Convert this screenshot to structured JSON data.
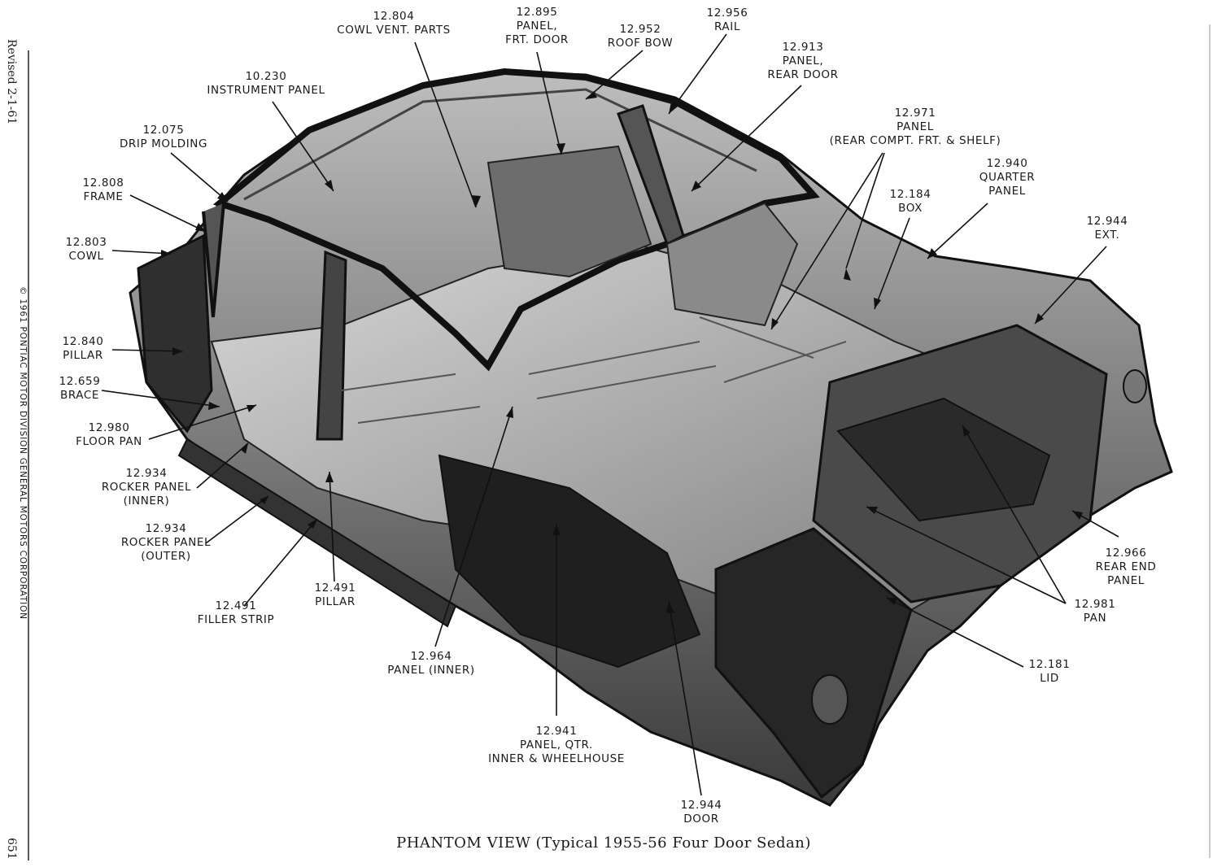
{
  "caption": "PHANTOM VIEW (Typical 1955-56 Four Door Sedan)",
  "margin": {
    "revised": "Revised 2-1-61",
    "copyright": "© 1961 PONTIAC MOTOR DIVISION GENERAL MOTORS CORPORATION",
    "page_number": "651"
  },
  "labels": [
    {
      "id": "cowl-vent-parts",
      "code": "12.804",
      "lines": [
        "COWL VENT. PARTS"
      ]
    },
    {
      "id": "panel-frt-door",
      "code": "12.895",
      "lines": [
        "PANEL,",
        "FRT. DOOR"
      ]
    },
    {
      "id": "roof-bow",
      "code": "12.952",
      "lines": [
        "ROOF BOW"
      ]
    },
    {
      "id": "rail",
      "code": "12.956",
      "lines": [
        "RAIL"
      ]
    },
    {
      "id": "panel-rear-door",
      "code": "12.913",
      "lines": [
        "PANEL,",
        "REAR DOOR"
      ]
    },
    {
      "id": "instrument-panel",
      "code": "10.230",
      "lines": [
        "INSTRUMENT PANEL"
      ]
    },
    {
      "id": "drip-molding",
      "code": "12.075",
      "lines": [
        "DRIP MOLDING"
      ]
    },
    {
      "id": "frame",
      "code": "12.808",
      "lines": [
        "FRAME"
      ]
    },
    {
      "id": "cowl",
      "code": "12.803",
      "lines": [
        "COWL"
      ]
    },
    {
      "id": "pillar-front",
      "code": "12.840",
      "lines": [
        "PILLAR"
      ]
    },
    {
      "id": "brace",
      "code": "12.659",
      "lines": [
        "BRACE"
      ]
    },
    {
      "id": "floor-pan",
      "code": "12.980",
      "lines": [
        "FLOOR PAN"
      ]
    },
    {
      "id": "rocker-panel-inner",
      "code": "12.934",
      "lines": [
        "ROCKER PANEL",
        "(INNER)"
      ]
    },
    {
      "id": "rocker-panel-outer",
      "code": "12.934",
      "lines": [
        "ROCKER PANEL",
        "(OUTER)"
      ]
    },
    {
      "id": "filler-strip",
      "code": "12.491",
      "lines": [
        "FILLER STRIP"
      ]
    },
    {
      "id": "pillar-center",
      "code": "12.491",
      "lines": [
        "PILLAR"
      ]
    },
    {
      "id": "panel-inner",
      "code": "12.964",
      "lines": [
        "PANEL (INNER)"
      ]
    },
    {
      "id": "panel-qtr-inner",
      "code": "12.941",
      "lines": [
        "PANEL, QTR.",
        "INNER & WHEELHOUSE"
      ]
    },
    {
      "id": "door",
      "code": "12.944",
      "lines": [
        "DOOR"
      ]
    },
    {
      "id": "panel-rear-compt",
      "code": "12.971",
      "lines": [
        "PANEL",
        "(REAR COMPT. FRT. & SHELF)"
      ]
    },
    {
      "id": "quarter-panel",
      "code": "12.940",
      "lines": [
        "QUARTER",
        "PANEL"
      ]
    },
    {
      "id": "box",
      "code": "12.184",
      "lines": [
        "BOX"
      ]
    },
    {
      "id": "ext",
      "code": "12.944",
      "lines": [
        "EXT."
      ]
    },
    {
      "id": "rear-end-panel",
      "code": "12.966",
      "lines": [
        "REAR END",
        "PANEL"
      ]
    },
    {
      "id": "pan",
      "code": "12.981",
      "lines": [
        "PAN"
      ]
    },
    {
      "id": "lid",
      "code": "12.181",
      "lines": [
        "LID"
      ]
    }
  ]
}
